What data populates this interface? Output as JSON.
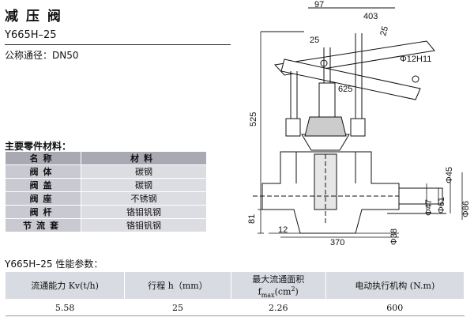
{
  "header": {
    "title": "减 压 阀",
    "model": "Y665H–25",
    "nominal_diameter": "公称通径：DN50"
  },
  "materials": {
    "section_title": "主要零件材料：",
    "columns": [
      "名称",
      "材料"
    ],
    "rows": [
      {
        "name": "阀体",
        "material": "碳钢"
      },
      {
        "name": "阀盖",
        "material": "碳钢"
      },
      {
        "name": "阀座",
        "material": "不锈钢"
      },
      {
        "name": "阀杆",
        "material": "铬钼钒钢"
      },
      {
        "name": "节流套",
        "material": "铬钼钒钢"
      }
    ]
  },
  "performance": {
    "section_title": "Y665H–25 性能参数：",
    "h_flow": "流通能力 Kv(t/h)",
    "h_stroke": "行程 h（mm）",
    "h_area": "最大流通面积",
    "h_area_f": "f",
    "h_area_sub": "max",
    "h_area_unit": "(cm",
    "h_area_sup": "2",
    "h_area_close": ")",
    "h_actuator": "电动执行机构 (N.m)",
    "flow": "5.58",
    "stroke": "25",
    "area": "2.26",
    "actuator": "600"
  },
  "drawing": {
    "dim_97": "97",
    "dim_403": "403",
    "dim_25a": "25",
    "dim_25b": "25",
    "dim_phi12": "Φ12H11",
    "dim_625": "625",
    "dim_525": "525",
    "dim_phi45": "Φ45",
    "dim_phi47": "Φ47",
    "dim_phi61": "Φ61",
    "dim_phi86": "Φ86",
    "dim_81": "81",
    "dim_12": "12",
    "dim_phi38": "Φ38",
    "dim_370": "370"
  }
}
